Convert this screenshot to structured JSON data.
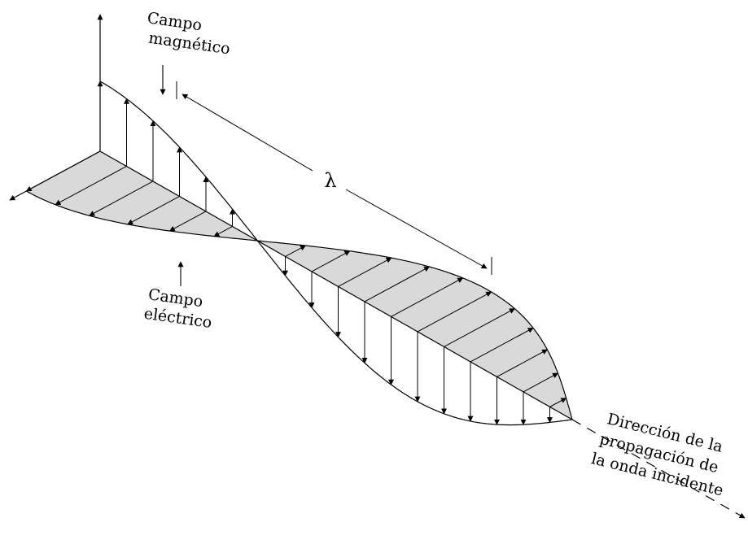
{
  "labels": {
    "magnetic": [
      "Campo",
      "magnético"
    ],
    "electric": [
      "Campo",
      "eléctrico"
    ],
    "wavelength": "λ",
    "direction": [
      "Dirección de la",
      "propagación de",
      "la onda incidente"
    ]
  },
  "colors": {
    "line": "#000000",
    "electric_fill": "#d9d9d9",
    "background": "#ffffff"
  }
}
